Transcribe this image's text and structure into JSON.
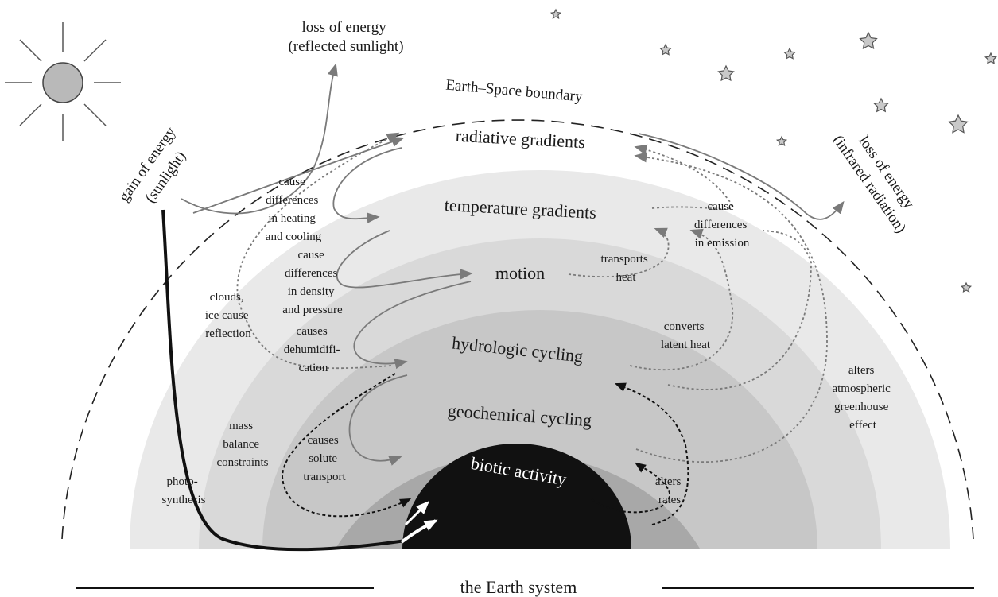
{
  "colors": {
    "band_outer": "#e9e9e9",
    "band_2": "#d9d9d9",
    "band_3": "#c7c7c7",
    "band_4": "#a8a8a8",
    "core": "#111111",
    "arrow_gray": "#7a7a7a",
    "arrow_dark": "#111111",
    "sun_fill": "#b9b9b9"
  },
  "icons": {
    "sun": "sun-icon",
    "star": "star-icon"
  },
  "labels": {
    "loss_reflected": [
      "loss of energy",
      "(reflected sunlight)"
    ],
    "boundary": "Earth–Space boundary",
    "gain": [
      "gain of energy",
      "(sunlight)"
    ],
    "loss_infrared": [
      "loss of energy",
      "(infrared radiation)"
    ],
    "radiative": "radiative gradients",
    "temperature": "temperature gradients",
    "motion": "motion",
    "hydrologic": "hydrologic cycling",
    "geochemical": "geochemical cycling",
    "biotic": "biotic activity",
    "heating": [
      "cause",
      "differences",
      "in heating",
      "and cooling"
    ],
    "density": [
      "cause",
      "differences",
      "in density",
      "and pressure"
    ],
    "dehum": [
      "causes",
      "dehumidifi-",
      "cation"
    ],
    "solute": [
      "causes",
      "solute",
      "transport"
    ],
    "clouds": [
      "clouds,",
      "ice cause",
      "reflection"
    ],
    "mass": [
      "mass",
      "balance",
      "constraints"
    ],
    "photo": [
      "photo-",
      "synthesis"
    ],
    "emission": [
      "cause",
      "differences",
      "in emission"
    ],
    "transports": [
      "transports",
      "heat"
    ],
    "latent": [
      "converts",
      "latent heat"
    ],
    "greenhouse": [
      "alters",
      "atmospheric",
      "greenhouse",
      "effect"
    ],
    "rates": [
      "alters",
      "rates"
    ],
    "system": "the Earth system"
  }
}
